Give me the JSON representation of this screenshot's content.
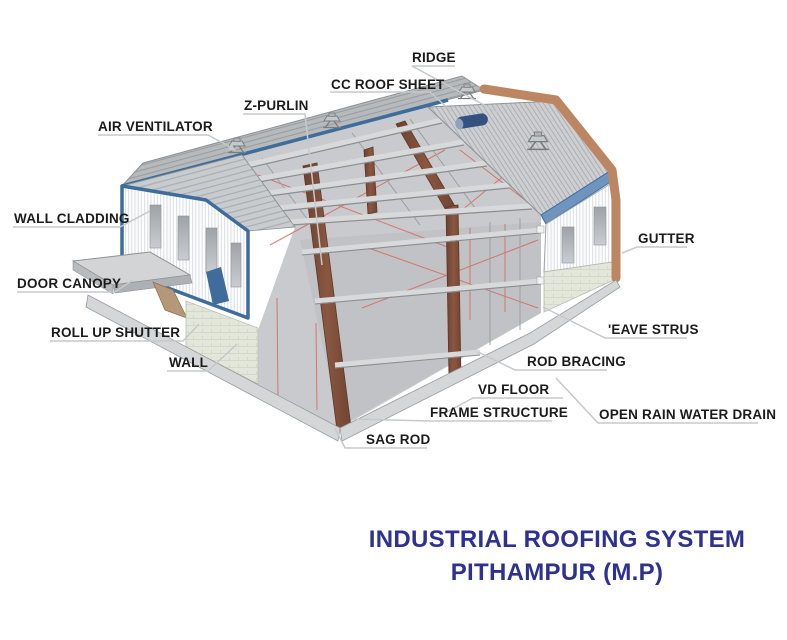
{
  "diagram": {
    "title": {
      "line1": "INDUSTRIAL ROOFING SYSTEM",
      "line2": "PITHAMPUR (M.P)"
    },
    "labels": {
      "ridge": "RIDGE",
      "cc_roof_sheet": "CC ROOF SHEET",
      "z_purlin": "Z-PURLIN",
      "air_ventilator": "AIR VENTILATOR",
      "wall_cladding": "WALL CLADDING",
      "door_canopy": "DOOR CANOPY",
      "roll_up_shutter": "ROLL UP SHUTTER",
      "wall": "WALL",
      "gutter": "GUTTER",
      "eave_strus": "'EAVE STRUS",
      "rod_bracing": "ROD BRACING",
      "vd_floor": "VD FLOOR",
      "frame_structure": "FRAME STRUCTURE",
      "sag_rod": "SAG ROD",
      "open_rain_water_drain": "OPEN RAIN WATER DRAIN"
    },
    "colors": {
      "title_text": "#2E3192",
      "label_text": "#1B1B1B",
      "leader_line": "#C6C8CA",
      "steel_blue_trim": "#3E6D9B",
      "eave_band_blue": "#6F95BF",
      "gutter_brown": "#BD8663",
      "frame_brown": "#7E4F39",
      "rod_bracing_red": "#D4695C",
      "roof_sheet_gray": "#C9CCCF",
      "wall_cladding_white": "#FCFDFE",
      "masonry_wall_green": "#E3E6DA",
      "ridge_vent_navy": "#35517F"
    }
  }
}
